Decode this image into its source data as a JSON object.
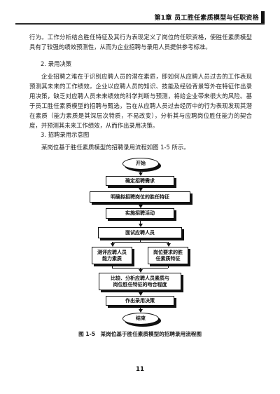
{
  "header": {
    "chapter_title": "第1章 员工胜任素质模型与任职资格"
  },
  "paragraphs": {
    "p1": "行为。工作分析结合胜任特征及其行为表现定义了岗位的任职资格，使胜任素质模型具有了较强的绩效预测性，从而为企业招聘与录用人员提供参考标准。",
    "h2": "2. 录用决策",
    "p2": "企业招聘之难在于识别应聘人员的潜在素质，即如何从应聘人员过去的工作表现预测其未来的工作绩效。企业以应聘人员的知识、技能及经验背景等外在特征作出录用决策，缺乏对应聘人员未来绩效的科学判断与预测，将给企业带来很大的风险。基于员工胜任素质模型的招聘与甄选，旨在从应聘人员过去经历中的行为表现发现其潜在素质（能力素质是其深层次特质，不易改变），分析其与应聘岗位胜任能力的契合度，并预测其未来工作绩效，从而作出录用决策。",
    "h3": "3. 招聘录用示意图",
    "p3": "某岗位基于胜任素质模型的招聘录用流程如图 1-5 所示。"
  },
  "flowchart": {
    "start": "开始",
    "step1": "确定招聘需求",
    "step2": "明确拟招聘岗位的胜任特征",
    "step3": "实施招聘活动",
    "step4": "面试应聘人员",
    "step5a_line1": "测评应聘人员",
    "step5a_line2": "能力素质",
    "step5b_line1": "岗位要求的胜",
    "step5b_line2": "任素质特征",
    "step6_line1": "比较、分析应聘人员素质与",
    "step6_line2": "岗位胜任特征的吻合程度",
    "step7": "作出录用决策",
    "end": "结束"
  },
  "caption": "图 1-5　某岗位基于胜任素质模型的招聘录用流程图",
  "page_number": "11"
}
